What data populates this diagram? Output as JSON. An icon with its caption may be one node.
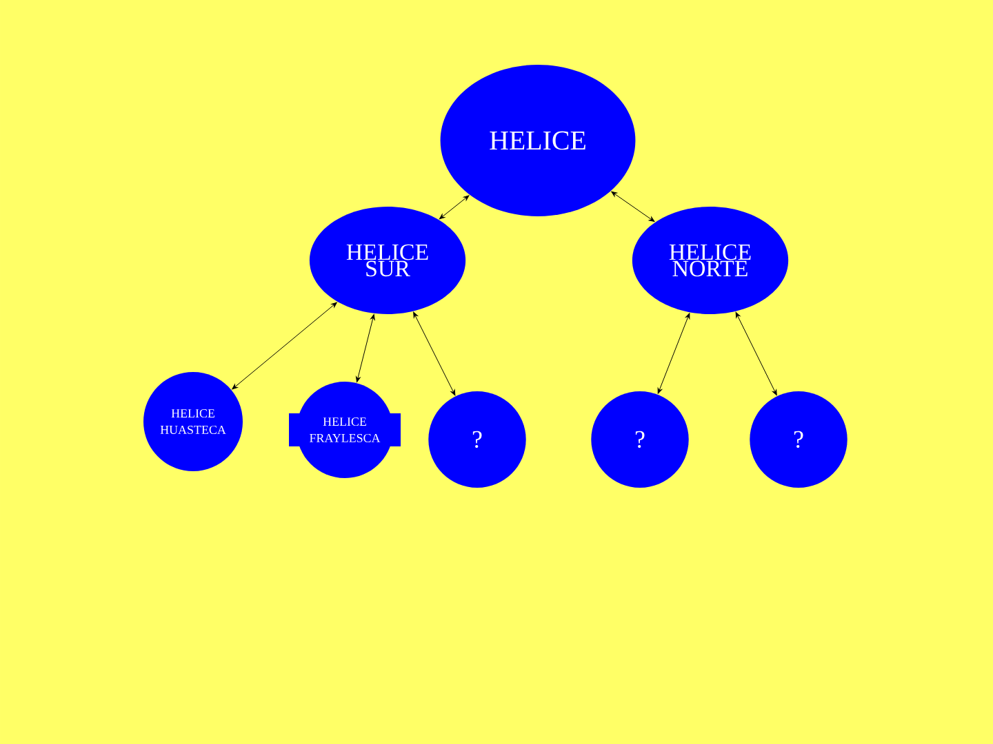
{
  "diagram": {
    "nodes": [
      {
        "text": [
          "HELICE"
        ]
      },
      {
        "text": [
          "HELICE SUR"
        ]
      },
      {
        "text": [
          "HELICE NORTE"
        ]
      },
      {
        "text": [
          "HELICE HUASTECA"
        ]
      },
      {
        "text": [
          "HELICE FRAYLESCA"
        ]
      },
      {
        "text": [
          "?"
        ]
      },
      {
        "text": [
          "?"
        ]
      },
      {
        "text": [
          "?"
        ]
      }
    ],
    "edges": [
      {
        "from": 0,
        "to": 1,
        "arrow": "both"
      },
      {
        "from": 0,
        "to": 2,
        "arrow": "both"
      },
      {
        "from": 1,
        "to": 3,
        "arrow": "both"
      },
      {
        "from": 1,
        "to": 4,
        "arrow": "both"
      },
      {
        "from": 1,
        "to": 5,
        "arrow": "both"
      },
      {
        "from": 2,
        "to": 6,
        "arrow": "both"
      },
      {
        "from": 2,
        "to": 7,
        "arrow": "both"
      }
    ]
  }
}
